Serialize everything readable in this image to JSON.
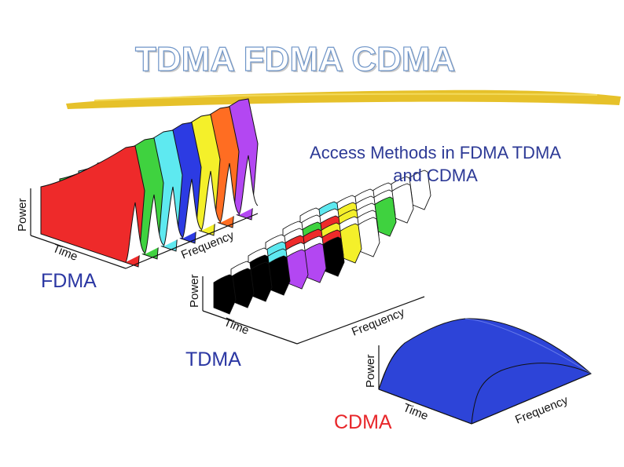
{
  "slide": {
    "title": "TDMA FDMA CDMA",
    "figure_title_line1": "Access Methods in FDMA TDMA",
    "figure_title_line2": "and CDMA"
  },
  "panels": {
    "fdma": {
      "label": "FDMA",
      "axis_power": "Power",
      "axis_time": "Time",
      "axis_frequency": "Frequency"
    },
    "tdma": {
      "label": "TDMA",
      "axis_power": "Power",
      "axis_time": "Time",
      "axis_frequency": "Frequency"
    },
    "cdma": {
      "label": "CDMA",
      "axis_power": "Power",
      "axis_time": "Time",
      "axis_frequency": "Frequency"
    }
  },
  "colors": {
    "title_outline": "#6f95c8",
    "underline": "#e6c12a",
    "label_blue": "#2b37a3",
    "label_red": "#e8262a",
    "cdma_fill": "#2d44d8",
    "fdma_channels": [
      "#ee2a2a",
      "#3fd23f",
      "#5ee9f0",
      "#2c3be3",
      "#f4f02a",
      "#ff6d22",
      "#b347f2"
    ],
    "tdma_rows": [
      [
        "#000000",
        "#000000",
        "#000000",
        "#000000",
        "#b347f2",
        "#b347f2",
        "#000000"
      ],
      [
        "#ffffff",
        "#000000",
        "#5ee9f0",
        "#ffffff",
        "#ffffff",
        "#ee2a2a",
        "#f4f02a",
        "#ffffff"
      ],
      [
        "#ffffff",
        "#5ee9f0",
        "#ee2a2a",
        "#ee2a2a",
        "#f4f02a",
        "#ffffff",
        "#ffffff"
      ],
      [
        "#ffffff",
        "#ffffff",
        "#3fd23f",
        "#ee2a2a",
        "#f4f02a",
        "#ffffff",
        "#3fd23f"
      ],
      [
        "#ffffff",
        "#ffffff",
        "#ffffff",
        "#f4f02a",
        "#ffffff",
        "#ffffff",
        "#ffffff"
      ],
      [
        "#ffffff",
        "#5ee9f0",
        "#ffffff",
        "#ffffff",
        "#ffffff",
        "#ffffff",
        "#ffffff"
      ]
    ]
  }
}
